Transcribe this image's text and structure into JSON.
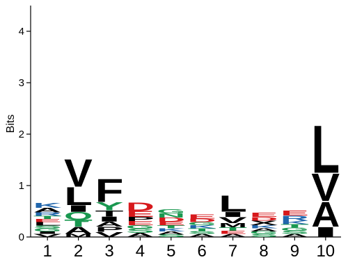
{
  "chart_data": {
    "type": "sequence-logo",
    "ylabel": "Bits",
    "ylim": [
      0,
      4.5
    ],
    "yticks": [
      0,
      1,
      2,
      3,
      4
    ],
    "xticks": [
      1,
      2,
      3,
      4,
      5,
      6,
      7,
      8,
      9,
      10
    ],
    "colors": {
      "hydrophobic": "#000000",
      "polar": "#1a9850",
      "acidic": "#d7191c",
      "basic": "#2166ac",
      "other": "#6a3d9a"
    },
    "positions": [
      {
        "position": 1,
        "letters": [
          {
            "aa": "V",
            "bits": 0.06,
            "class": "hydrophobic"
          },
          {
            "aa": "I",
            "bits": 0.05,
            "class": "hydrophobic"
          },
          {
            "aa": "G",
            "bits": 0.06,
            "class": "polar"
          },
          {
            "aa": "S",
            "bits": 0.05,
            "class": "polar"
          },
          {
            "aa": "L",
            "bits": 0.07,
            "class": "hydrophobic"
          },
          {
            "aa": "E",
            "bits": 0.06,
            "class": "acidic"
          },
          {
            "aa": "T",
            "bits": 0.06,
            "class": "polar"
          },
          {
            "aa": "R",
            "bits": 0.07,
            "class": "basic"
          },
          {
            "aa": "A",
            "bits": 0.09,
            "class": "hydrophobic"
          },
          {
            "aa": "K",
            "bits": 0.1,
            "class": "basic"
          }
        ]
      },
      {
        "position": 2,
        "letters": [
          {
            "aa": "M",
            "bits": 0.06,
            "class": "hydrophobic"
          },
          {
            "aa": "A",
            "bits": 0.14,
            "class": "hydrophobic"
          },
          {
            "aa": "T",
            "bits": 0.14,
            "class": "polar"
          },
          {
            "aa": "Q",
            "bits": 0.15,
            "class": "polar"
          },
          {
            "aa": "I",
            "bits": 0.13,
            "class": "hydrophobic"
          },
          {
            "aa": "L",
            "bits": 0.36,
            "class": "hydrophobic"
          },
          {
            "aa": "V",
            "bits": 0.55,
            "class": "hydrophobic"
          }
        ]
      },
      {
        "position": 3,
        "letters": [
          {
            "aa": "V",
            "bits": 0.1,
            "class": "hydrophobic"
          },
          {
            "aa": "P",
            "bits": 0.1,
            "class": "hydrophobic"
          },
          {
            "aa": "A",
            "bits": 0.1,
            "class": "hydrophobic"
          },
          {
            "aa": "I",
            "bits": 0.1,
            "class": "hydrophobic"
          },
          {
            "aa": "T",
            "bits": 0.12,
            "class": "hydrophobic"
          },
          {
            "aa": "Y",
            "bits": 0.16,
            "class": "polar"
          },
          {
            "aa": "F",
            "bits": 0.46,
            "class": "hydrophobic"
          }
        ]
      },
      {
        "position": 4,
        "letters": [
          {
            "aa": "A",
            "bits": 0.08,
            "class": "hydrophobic"
          },
          {
            "aa": "S",
            "bits": 0.08,
            "class": "polar"
          },
          {
            "aa": "G",
            "bits": 0.07,
            "class": "polar"
          },
          {
            "aa": "E",
            "bits": 0.08,
            "class": "acidic"
          },
          {
            "aa": "P",
            "bits": 0.08,
            "class": "hydrophobic"
          },
          {
            "aa": "E",
            "bits": 0.12,
            "class": "acidic"
          },
          {
            "aa": "D",
            "bits": 0.17,
            "class": "acidic"
          }
        ]
      },
      {
        "position": 5,
        "letters": [
          {
            "aa": "S",
            "bits": 0.05,
            "class": "polar"
          },
          {
            "aa": "A",
            "bits": 0.06,
            "class": "hydrophobic"
          },
          {
            "aa": "K",
            "bits": 0.06,
            "class": "basic"
          },
          {
            "aa": "T",
            "bits": 0.06,
            "class": "polar"
          },
          {
            "aa": "E",
            "bits": 0.07,
            "class": "acidic"
          },
          {
            "aa": "D",
            "bits": 0.08,
            "class": "acidic"
          },
          {
            "aa": "N",
            "bits": 0.08,
            "class": "polar"
          },
          {
            "aa": "G",
            "bits": 0.08,
            "class": "polar"
          }
        ]
      },
      {
        "position": 6,
        "letters": [
          {
            "aa": "A",
            "bits": 0.06,
            "class": "hydrophobic"
          },
          {
            "aa": "S",
            "bits": 0.05,
            "class": "polar"
          },
          {
            "aa": "T",
            "bits": 0.06,
            "class": "polar"
          },
          {
            "aa": "K",
            "bits": 0.06,
            "class": "basic"
          },
          {
            "aa": "G",
            "bits": 0.06,
            "class": "polar"
          },
          {
            "aa": "D",
            "bits": 0.07,
            "class": "acidic"
          },
          {
            "aa": "E",
            "bits": 0.08,
            "class": "acidic"
          }
        ]
      },
      {
        "position": 7,
        "letters": [
          {
            "aa": "A",
            "bits": 0.06,
            "class": "hydrophobic"
          },
          {
            "aa": "E",
            "bits": 0.06,
            "class": "acidic"
          },
          {
            "aa": "T",
            "bits": 0.07,
            "class": "polar"
          },
          {
            "aa": "M",
            "bits": 0.08,
            "class": "hydrophobic"
          },
          {
            "aa": "V",
            "bits": 0.12,
            "class": "hydrophobic"
          },
          {
            "aa": "I",
            "bits": 0.1,
            "class": "hydrophobic"
          },
          {
            "aa": "L",
            "bits": 0.32,
            "class": "hydrophobic"
          }
        ]
      },
      {
        "position": 8,
        "letters": [
          {
            "aa": "S",
            "bits": 0.06,
            "class": "polar"
          },
          {
            "aa": "G",
            "bits": 0.05,
            "class": "polar"
          },
          {
            "aa": "A",
            "bits": 0.06,
            "class": "hydrophobic"
          },
          {
            "aa": "K",
            "bits": 0.06,
            "class": "basic"
          },
          {
            "aa": "X",
            "bits": 0.09,
            "class": "hydrophobic"
          },
          {
            "aa": "D",
            "bits": 0.07,
            "class": "acidic"
          },
          {
            "aa": "E",
            "bits": 0.08,
            "class": "acidic"
          }
        ]
      },
      {
        "position": 9,
        "letters": [
          {
            "aa": "A",
            "bits": 0.06,
            "class": "hydrophobic"
          },
          {
            "aa": "S",
            "bits": 0.06,
            "class": "polar"
          },
          {
            "aa": "G",
            "bits": 0.06,
            "class": "polar"
          },
          {
            "aa": "T",
            "bits": 0.07,
            "class": "polar"
          },
          {
            "aa": "K",
            "bits": 0.07,
            "class": "basic"
          },
          {
            "aa": "R",
            "bits": 0.1,
            "class": "basic"
          },
          {
            "aa": "E",
            "bits": 0.1,
            "class": "acidic"
          }
        ]
      },
      {
        "position": 10,
        "letters": [
          {
            "aa": "I",
            "bits": 0.2,
            "class": "hydrophobic"
          },
          {
            "aa": "A",
            "bits": 0.5,
            "class": "hydrophobic"
          },
          {
            "aa": "V",
            "bits": 0.55,
            "class": "hydrophobic"
          },
          {
            "aa": "L",
            "bits": 0.95,
            "class": "hydrophobic"
          }
        ]
      }
    ]
  }
}
